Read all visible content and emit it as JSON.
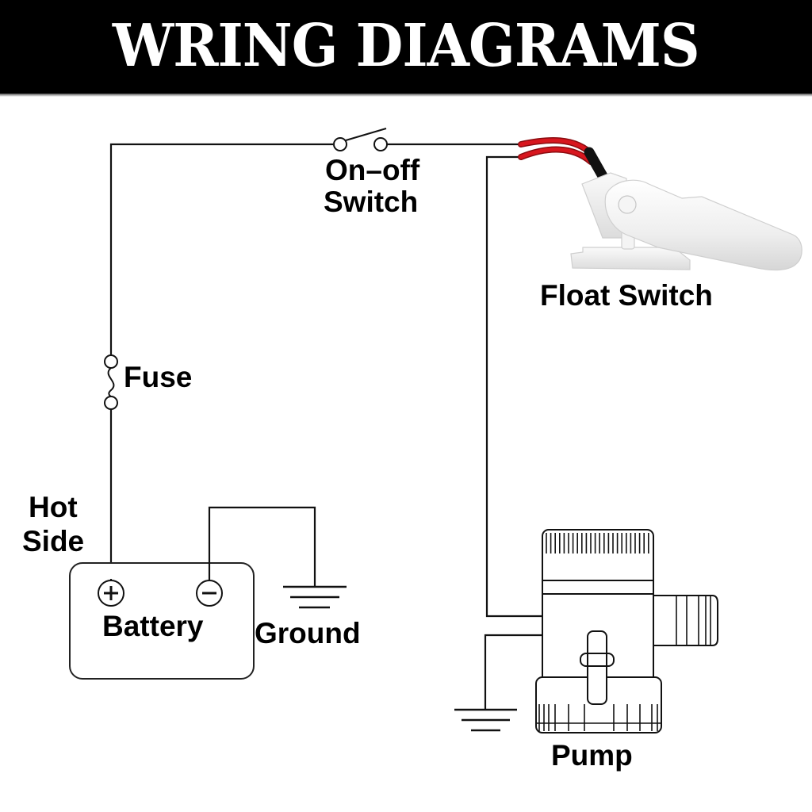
{
  "header": {
    "title": "WRING DIAGRAMS"
  },
  "labels": {
    "on_off_switch_line1": "On–off",
    "on_off_switch_line2": "Switch",
    "float_switch": "Float Switch",
    "fuse": "Fuse",
    "hot_side_line1": "Hot",
    "hot_side_line2": "Side",
    "battery": "Battery",
    "battery_positive": "+",
    "battery_negative": "−",
    "ground": "Ground",
    "pump": "Pump"
  },
  "colors": {
    "header_bg": "#000000",
    "header_text": "#ffffff",
    "wire": "#111111",
    "lead_wire": "#d0141c",
    "float_body": "#f1f1f1"
  },
  "components": [
    {
      "id": "on-off-switch",
      "type": "switch-open"
    },
    {
      "id": "fuse",
      "type": "fuse"
    },
    {
      "id": "battery",
      "type": "battery",
      "terminals": [
        "+",
        "-"
      ]
    },
    {
      "id": "ground-battery",
      "type": "ground"
    },
    {
      "id": "float-switch",
      "type": "float-switch"
    },
    {
      "id": "pump",
      "type": "bilge-pump"
    },
    {
      "id": "ground-pump",
      "type": "ground"
    }
  ]
}
